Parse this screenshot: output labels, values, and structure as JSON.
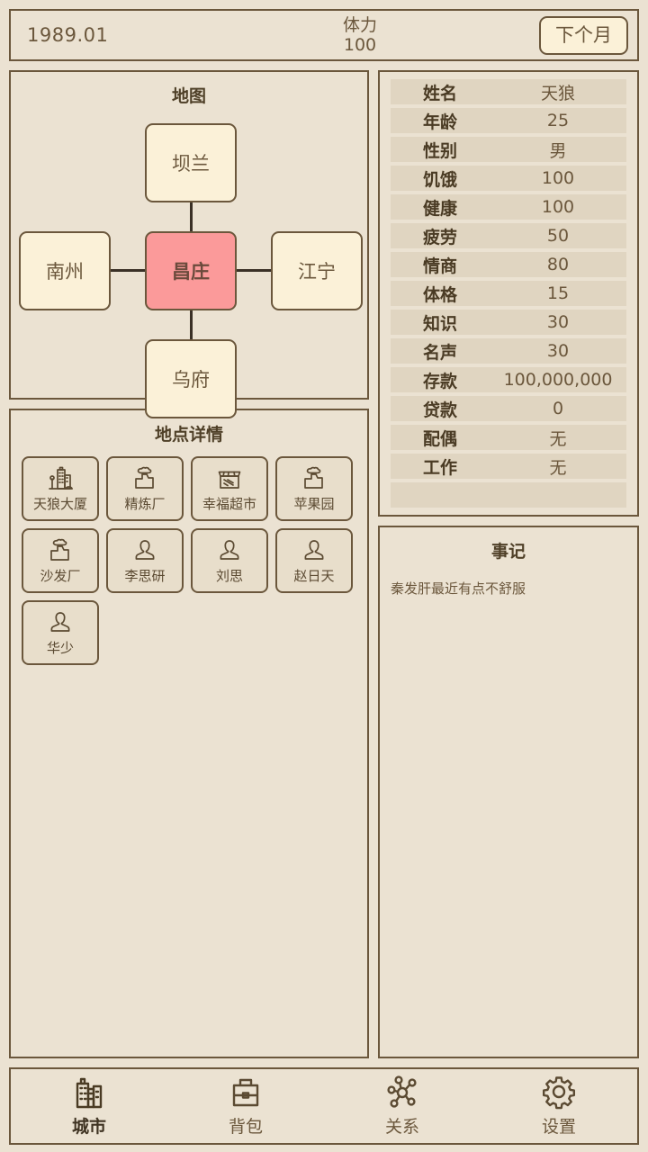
{
  "topbar": {
    "date": "1989.01",
    "stamina_label": "体力",
    "stamina_value": "100",
    "next_month_button": "下个月"
  },
  "map": {
    "title": "地图",
    "nodes": {
      "north": {
        "name": "坝兰",
        "current": false
      },
      "west": {
        "name": "南州",
        "current": false
      },
      "center": {
        "name": "昌庄",
        "current": true
      },
      "east": {
        "name": "江宁",
        "current": false
      },
      "south": {
        "name": "乌府",
        "current": false
      }
    },
    "current_color": "#fb9a9a",
    "node_color": "#fbf1d8"
  },
  "location": {
    "title": "地点详情",
    "cards": [
      {
        "name": "天狼大厦",
        "icon": "building-icon"
      },
      {
        "name": "精炼厂",
        "icon": "factory-icon"
      },
      {
        "name": "幸福超市",
        "icon": "store-icon"
      },
      {
        "name": "苹果园",
        "icon": "factory-icon"
      },
      {
        "name": "沙发厂",
        "icon": "factory-icon"
      },
      {
        "name": "李思研",
        "icon": "person-icon"
      },
      {
        "name": "刘思",
        "icon": "person-icon"
      },
      {
        "name": "赵日天",
        "icon": "person-icon"
      },
      {
        "name": "华少",
        "icon": "person-icon"
      }
    ]
  },
  "stats": {
    "rows": [
      {
        "key": "姓名",
        "value": "天狼"
      },
      {
        "key": "年龄",
        "value": "25"
      },
      {
        "key": "性别",
        "value": "男"
      },
      {
        "key": "饥饿",
        "value": "100"
      },
      {
        "key": "健康",
        "value": "100"
      },
      {
        "key": "疲劳",
        "value": "50"
      },
      {
        "key": "情商",
        "value": "80"
      },
      {
        "key": "体格",
        "value": "15"
      },
      {
        "key": "知识",
        "value": "30"
      },
      {
        "key": "名声",
        "value": "30"
      },
      {
        "key": "存款",
        "value": "100,000,000"
      },
      {
        "key": "贷款",
        "value": "0"
      },
      {
        "key": "配偶",
        "value": "无"
      },
      {
        "key": "工作",
        "value": "无"
      }
    ]
  },
  "journal": {
    "title": "事记",
    "entries": [
      "秦发肝最近有点不舒服"
    ]
  },
  "bottomnav": {
    "items": [
      {
        "label": "城市",
        "icon": "city-icon",
        "active": true
      },
      {
        "label": "背包",
        "icon": "briefcase-icon",
        "active": false
      },
      {
        "label": "关系",
        "icon": "network-icon",
        "active": false
      },
      {
        "label": "设置",
        "icon": "gear-icon",
        "active": false
      }
    ]
  },
  "theme": {
    "background": "#ebe2d2",
    "border": "#6b573c",
    "text": "#6b573c",
    "row": "#e0d5c1",
    "accent": "#fb9a9a"
  }
}
